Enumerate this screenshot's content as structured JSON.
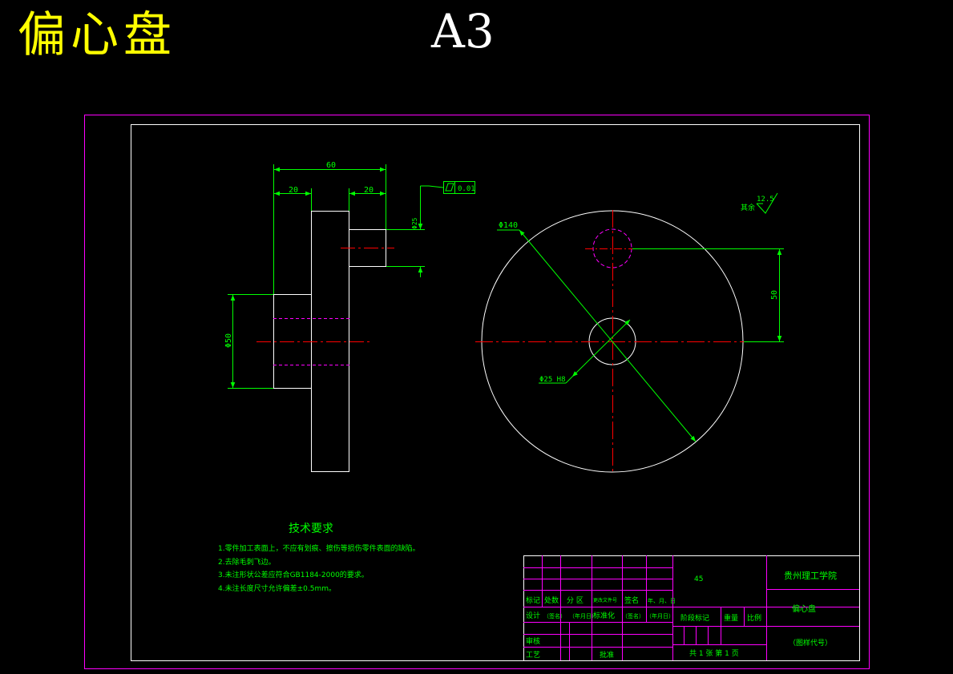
{
  "header": {
    "part_name": "偏心盘",
    "paper_size": "A3"
  },
  "dims": {
    "side_width": "60",
    "side_left": "20",
    "side_right": "20",
    "side_height": "Φ50",
    "side_boss": "Φ25",
    "flatness": "0.01",
    "dia_outer": "Φ140",
    "dia_hole": "Φ25 H8",
    "offset": "50",
    "roughness_value": "12.5",
    "roughness_note": "其余"
  },
  "tech": {
    "title": "技术要求",
    "items": [
      "1.零件加工表面上，不应有划痕、擦伤等损伤零件表面的缺陷。",
      "2.去除毛刺飞边。",
      "3.未注形状公差应符合GB1184-2000的要求。",
      "4.未注长度尺寸允许偏差±0.5mm。"
    ]
  },
  "title_block": {
    "material": "45",
    "school": "贵州理工学院",
    "drawing_name": "偏心盘",
    "drawing_code": "（图样代号）",
    "sheets": "共 1 张  第 1 页",
    "stage": "阶段标记",
    "weight": "重量",
    "scale": "比例",
    "rows": {
      "mark": "标记",
      "count": "处数",
      "zone": "分 区",
      "change_doc": "更改文件号",
      "sign": "签名",
      "date": "年、月、日",
      "design": "设计",
      "sign1": "（签名）",
      "date1": "（年月日）",
      "standard": "标准化",
      "sign2": "（签名）",
      "date2": "（年月日）",
      "review": "审核",
      "craft": "工艺",
      "approve": "批准"
    }
  },
  "colors": {
    "frame": "#ff00ff",
    "border": "#ffffff",
    "outline": "#ffffff",
    "dimension": "#00ff00",
    "centerline": "#ff0000",
    "hidden": "#ff00ff",
    "title": "#ffff00"
  }
}
